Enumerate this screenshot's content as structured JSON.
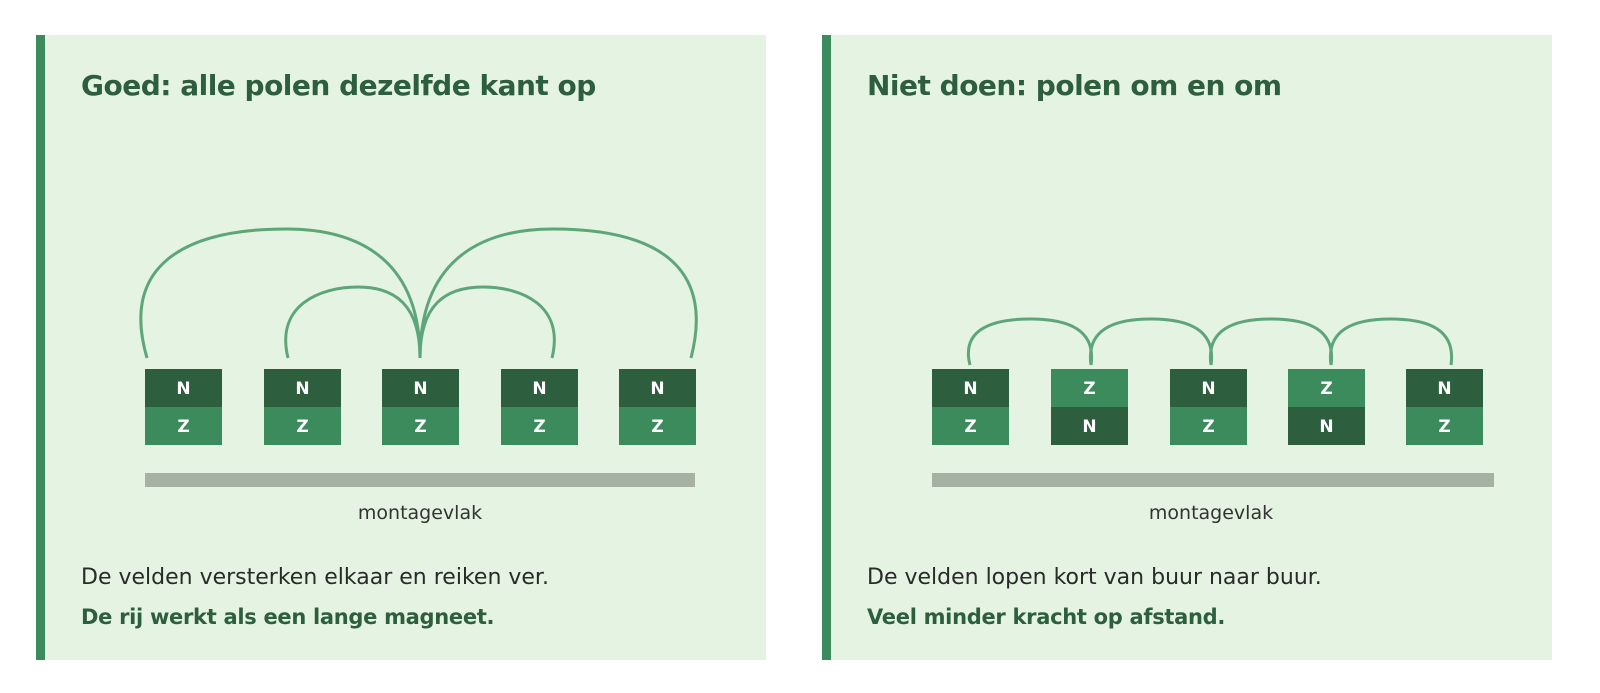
{
  "colors": {
    "panel_bg": "#e4f3e2",
    "accent_bar": "#3b8b5c",
    "pole_dark": "#2d5e3d",
    "pole_light": "#3b8b5c",
    "field_line": "#5ea57a",
    "surface": "#a7b1a3"
  },
  "left": {
    "title": "Goed: alle polen dezelfde kant op",
    "magnets": [
      {
        "top": "N",
        "bottom": "Z"
      },
      {
        "top": "N",
        "bottom": "Z"
      },
      {
        "top": "N",
        "bottom": "Z"
      },
      {
        "top": "N",
        "bottom": "Z"
      },
      {
        "top": "N",
        "bottom": "Z"
      }
    ],
    "surface_label": "montagevlak",
    "caption": "De velden versterken elkaar en reiken ver.",
    "conclusion": "De rij werkt als een lange magneet."
  },
  "right": {
    "title": "Niet doen: polen om en om",
    "magnets": [
      {
        "top": "N",
        "bottom": "Z"
      },
      {
        "top": "Z",
        "bottom": "N"
      },
      {
        "top": "N",
        "bottom": "Z"
      },
      {
        "top": "Z",
        "bottom": "N"
      },
      {
        "top": "N",
        "bottom": "Z"
      }
    ],
    "surface_label": "montagevlak",
    "caption": "De velden lopen kort van buur naar buur.",
    "conclusion": "Veel minder kracht op afstand."
  }
}
